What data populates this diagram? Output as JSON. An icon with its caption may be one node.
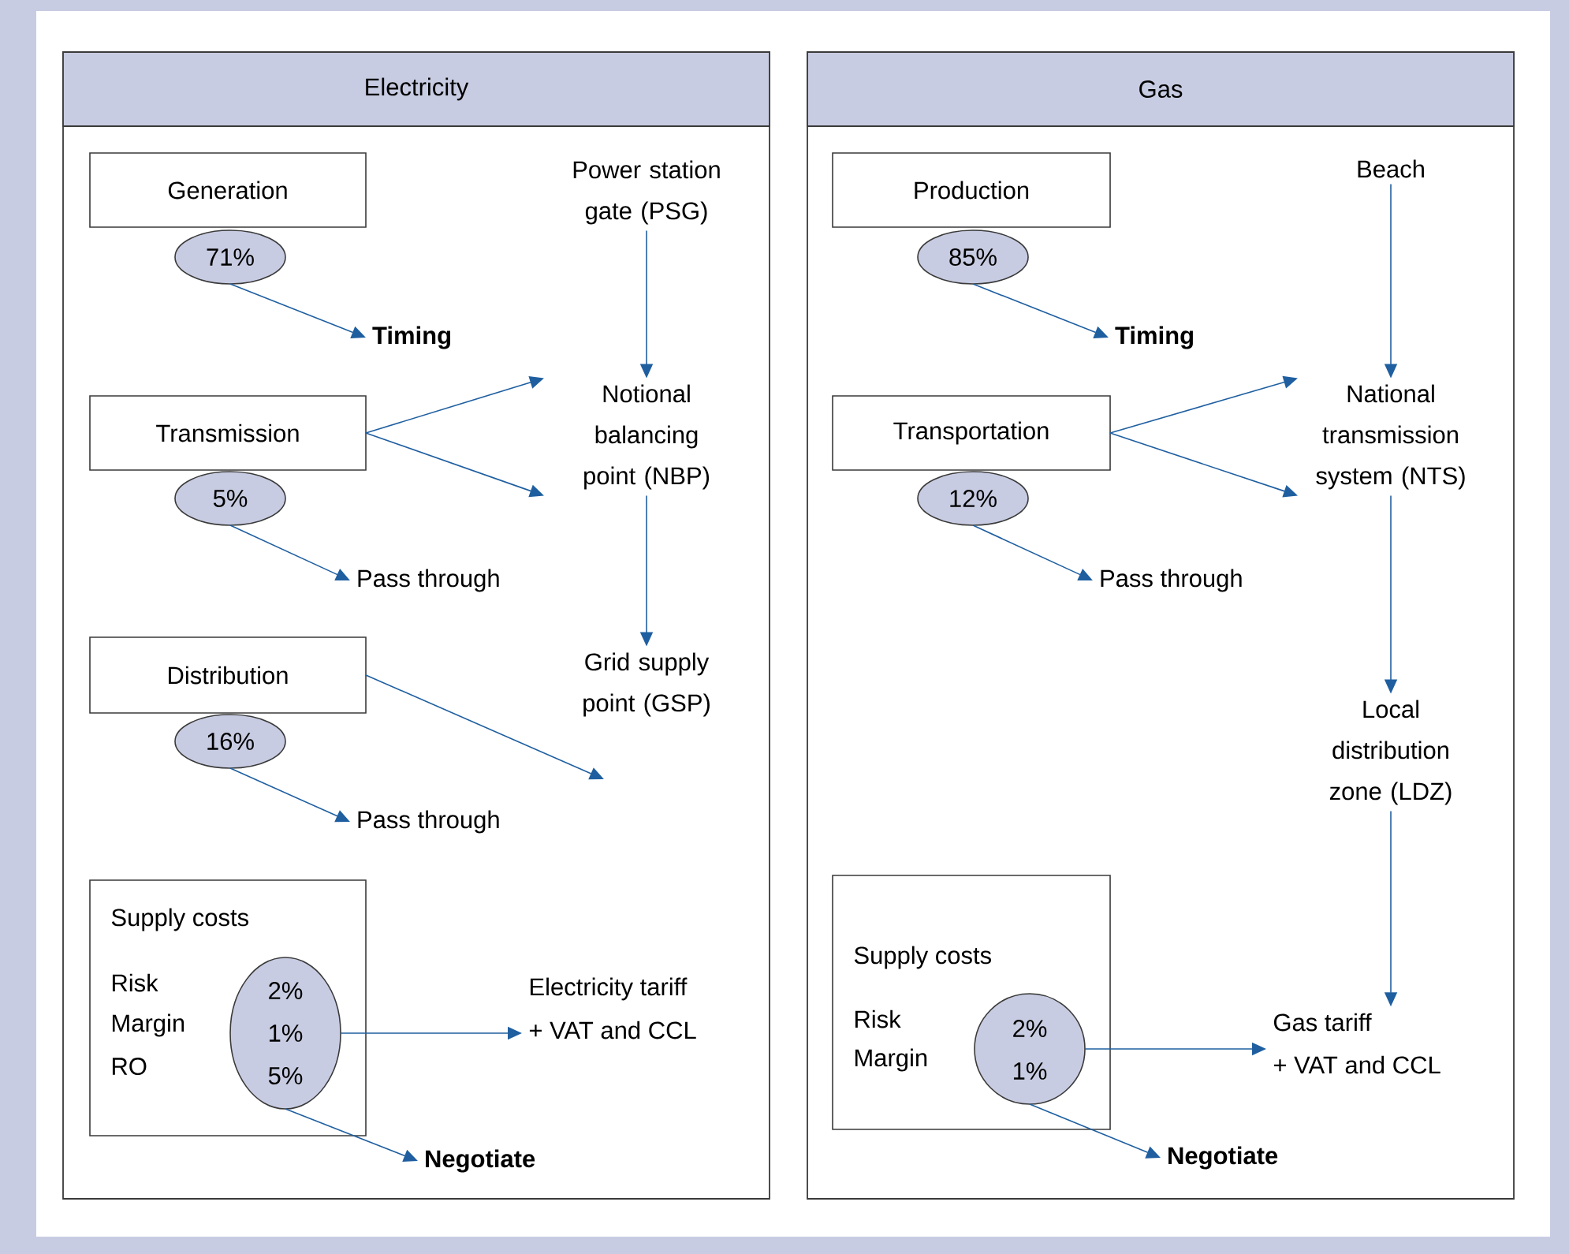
{
  "diagram": {
    "nodes": [
      {
        "text": [
          "Electricity"
        ]
      },
      {
        "text": [
          "Generation"
        ],
        "in": 0
      },
      {
        "text": [
          "71%"
        ],
        "in": 0
      },
      {
        "text": [
          "Timing"
        ],
        "in": 0
      },
      {
        "text": [
          "Power station gate (PSG)"
        ],
        "in": 0
      },
      {
        "text": [
          "Notional balancing point (NBP)"
        ],
        "in": 0
      },
      {
        "text": [
          "Transmission"
        ],
        "in": 0
      },
      {
        "text": [
          "5%"
        ],
        "in": 0
      },
      {
        "text": [
          "Pass through"
        ],
        "in": 0
      },
      {
        "text": [
          "Distribution"
        ],
        "in": 0
      },
      {
        "text": [
          "16%"
        ],
        "in": 0
      },
      {
        "text": [
          "Grid supply point (GSP)"
        ],
        "in": 0
      },
      {
        "text": [
          "Pass through"
        ],
        "in": 0
      },
      {
        "text": [
          "Supply costs",
          "Risk",
          "Margin",
          "RO"
        ],
        "in": 0
      },
      {
        "text": [
          "2%",
          "1%",
          "5%"
        ],
        "in": 13
      },
      {
        "text": [
          "Electricity tariff",
          "+ VAT and CCL"
        ],
        "in": 0
      },
      {
        "text": [
          "Negotiate"
        ],
        "in": 0
      },
      {
        "text": [
          "Gas"
        ]
      },
      {
        "text": [
          "Production"
        ],
        "in": 17
      },
      {
        "text": [
          "85%"
        ],
        "in": 17
      },
      {
        "text": [
          "Timing"
        ],
        "in": 17
      },
      {
        "text": [
          "Beach"
        ],
        "in": 17
      },
      {
        "text": [
          "National transmission system (NTS)"
        ],
        "in": 17
      },
      {
        "text": [
          "Transportation"
        ],
        "in": 17
      },
      {
        "text": [
          "12%"
        ],
        "in": 17
      },
      {
        "text": [
          "Pass through"
        ],
        "in": 17
      },
      {
        "text": [
          "Local distribution zone (LDZ)"
        ],
        "in": 17
      },
      {
        "text": [
          "Supply costs",
          "Risk",
          "Margin"
        ],
        "in": 17
      },
      {
        "text": [
          "2%",
          "1%"
        ],
        "in": 27
      },
      {
        "text": [
          "Gas tariff",
          "+ VAT and CCL"
        ],
        "in": 17
      },
      {
        "text": [
          "Negotiate"
        ],
        "in": 17
      }
    ],
    "edges": [
      {
        "from": 2,
        "to": 3,
        "arrow": "to"
      },
      {
        "from": 4,
        "to": 5,
        "arrow": "to"
      },
      {
        "from": 6,
        "to": 5,
        "arrow": "to"
      },
      {
        "from": 6,
        "to": 5,
        "arrow": "to"
      },
      {
        "from": 7,
        "to": 8,
        "arrow": "to"
      },
      {
        "from": 5,
        "to": 11,
        "arrow": "to"
      },
      {
        "from": 9,
        "to": null,
        "arrow": "to"
      },
      {
        "from": 10,
        "to": 12,
        "arrow": "to"
      },
      {
        "from": 14,
        "to": 15,
        "arrow": "to"
      },
      {
        "from": 14,
        "to": 16,
        "arrow": "to"
      },
      {
        "from": 19,
        "to": 20,
        "arrow": "to"
      },
      {
        "from": 21,
        "to": 22,
        "arrow": "to"
      },
      {
        "from": 23,
        "to": 22,
        "arrow": "to"
      },
      {
        "from": 23,
        "to": 22,
        "arrow": "to"
      },
      {
        "from": 24,
        "to": 25,
        "arrow": "to"
      },
      {
        "from": 22,
        "to": 26,
        "arrow": "to"
      },
      {
        "from": 26,
        "to": 29,
        "arrow": "to"
      },
      {
        "from": 28,
        "to": 29,
        "arrow": "to"
      },
      {
        "from": 28,
        "to": 30,
        "arrow": "to"
      }
    ]
  }
}
